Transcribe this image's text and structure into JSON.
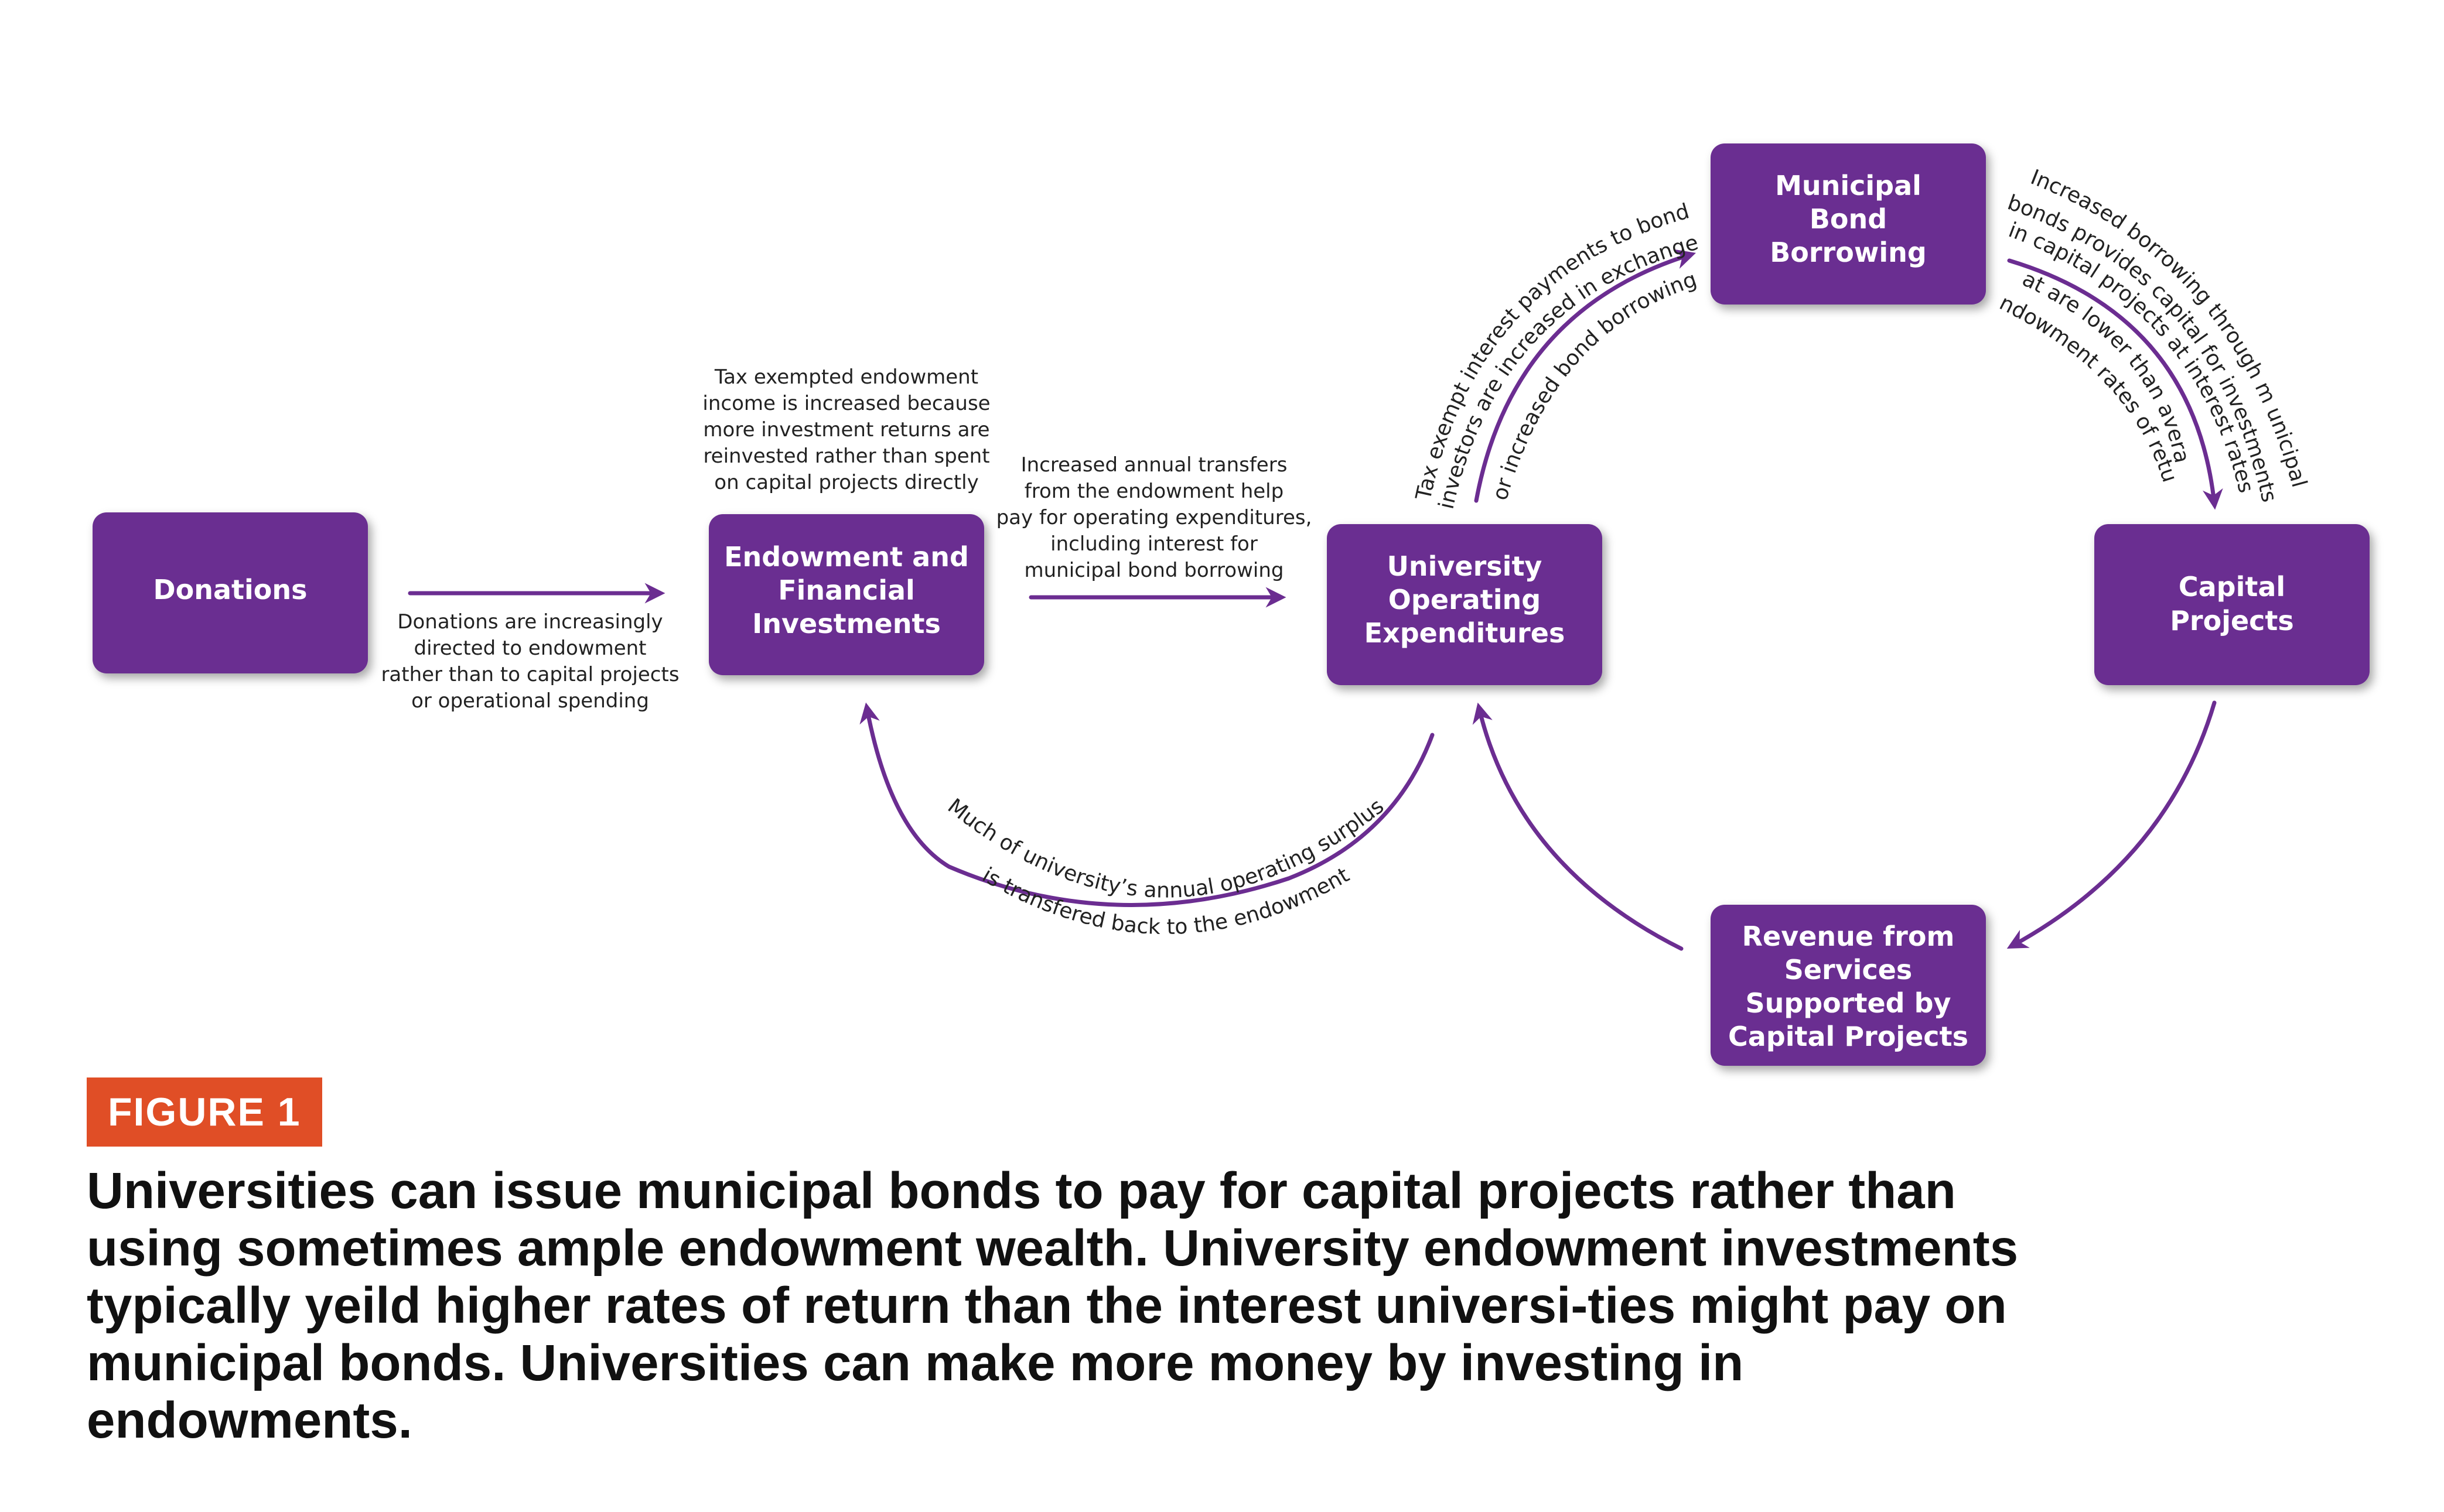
{
  "diagram": {
    "boxes": {
      "donations": [
        "Donations"
      ],
      "endowment": [
        "Endowment and",
        "Financial",
        "Investments"
      ],
      "operating": [
        "University",
        "Operating",
        "Expenditures"
      ],
      "bond": [
        "Municipal",
        "Bond",
        "Borrowing"
      ],
      "capital": [
        "Capital",
        "Projects"
      ],
      "revenue": [
        "Revenue from",
        "Services",
        "Supported by",
        "Capital Projects"
      ]
    },
    "notes": {
      "donations_arrow": [
        "Donations are increasingly",
        "directed to endowment",
        "rather than to capital projects",
        "or operational spending"
      ],
      "tax_exempt": [
        "Tax exempted endowment",
        "income is increased because",
        "more investment returns are",
        "reinvested rather than spent",
        "on capital projects directly"
      ],
      "transfers": [
        "Increased annual transfers",
        "from the endowment help",
        "pay for operating expenditures,",
        "including interest for",
        "municipal bond borrowing"
      ]
    },
    "curved": {
      "surplus_1": "Much of university’s annual operating surplus",
      "surplus_2": "is transfered back to the endowment",
      "bond_int_1": "Tax exempt interest payments to bond",
      "bond_int_2": "investors are increased in exchange",
      "bond_int_3": "for increased bond borrowing",
      "borrow_1": "Increased borrowing through m unicipal",
      "borrow_2": "bonds provides capital for investments",
      "borrow_3": "in capital projects at interest rates",
      "borrow_4": "that are lower than average",
      "borrow_5": "endowment rates of return"
    }
  },
  "figure_label": "FIGURE 1",
  "caption": "Universities can issue municipal bonds to pay for capital projects rather than using sometimes ample endowment wealth. University endowment investments typically yeild higher rates of return than the interest universi-ties might pay on municipal bonds. Universities can make more money by investing in endowments.",
  "colors": {
    "box": "#6b2d91",
    "label_bg": "#e04e26",
    "text": "#111111"
  }
}
